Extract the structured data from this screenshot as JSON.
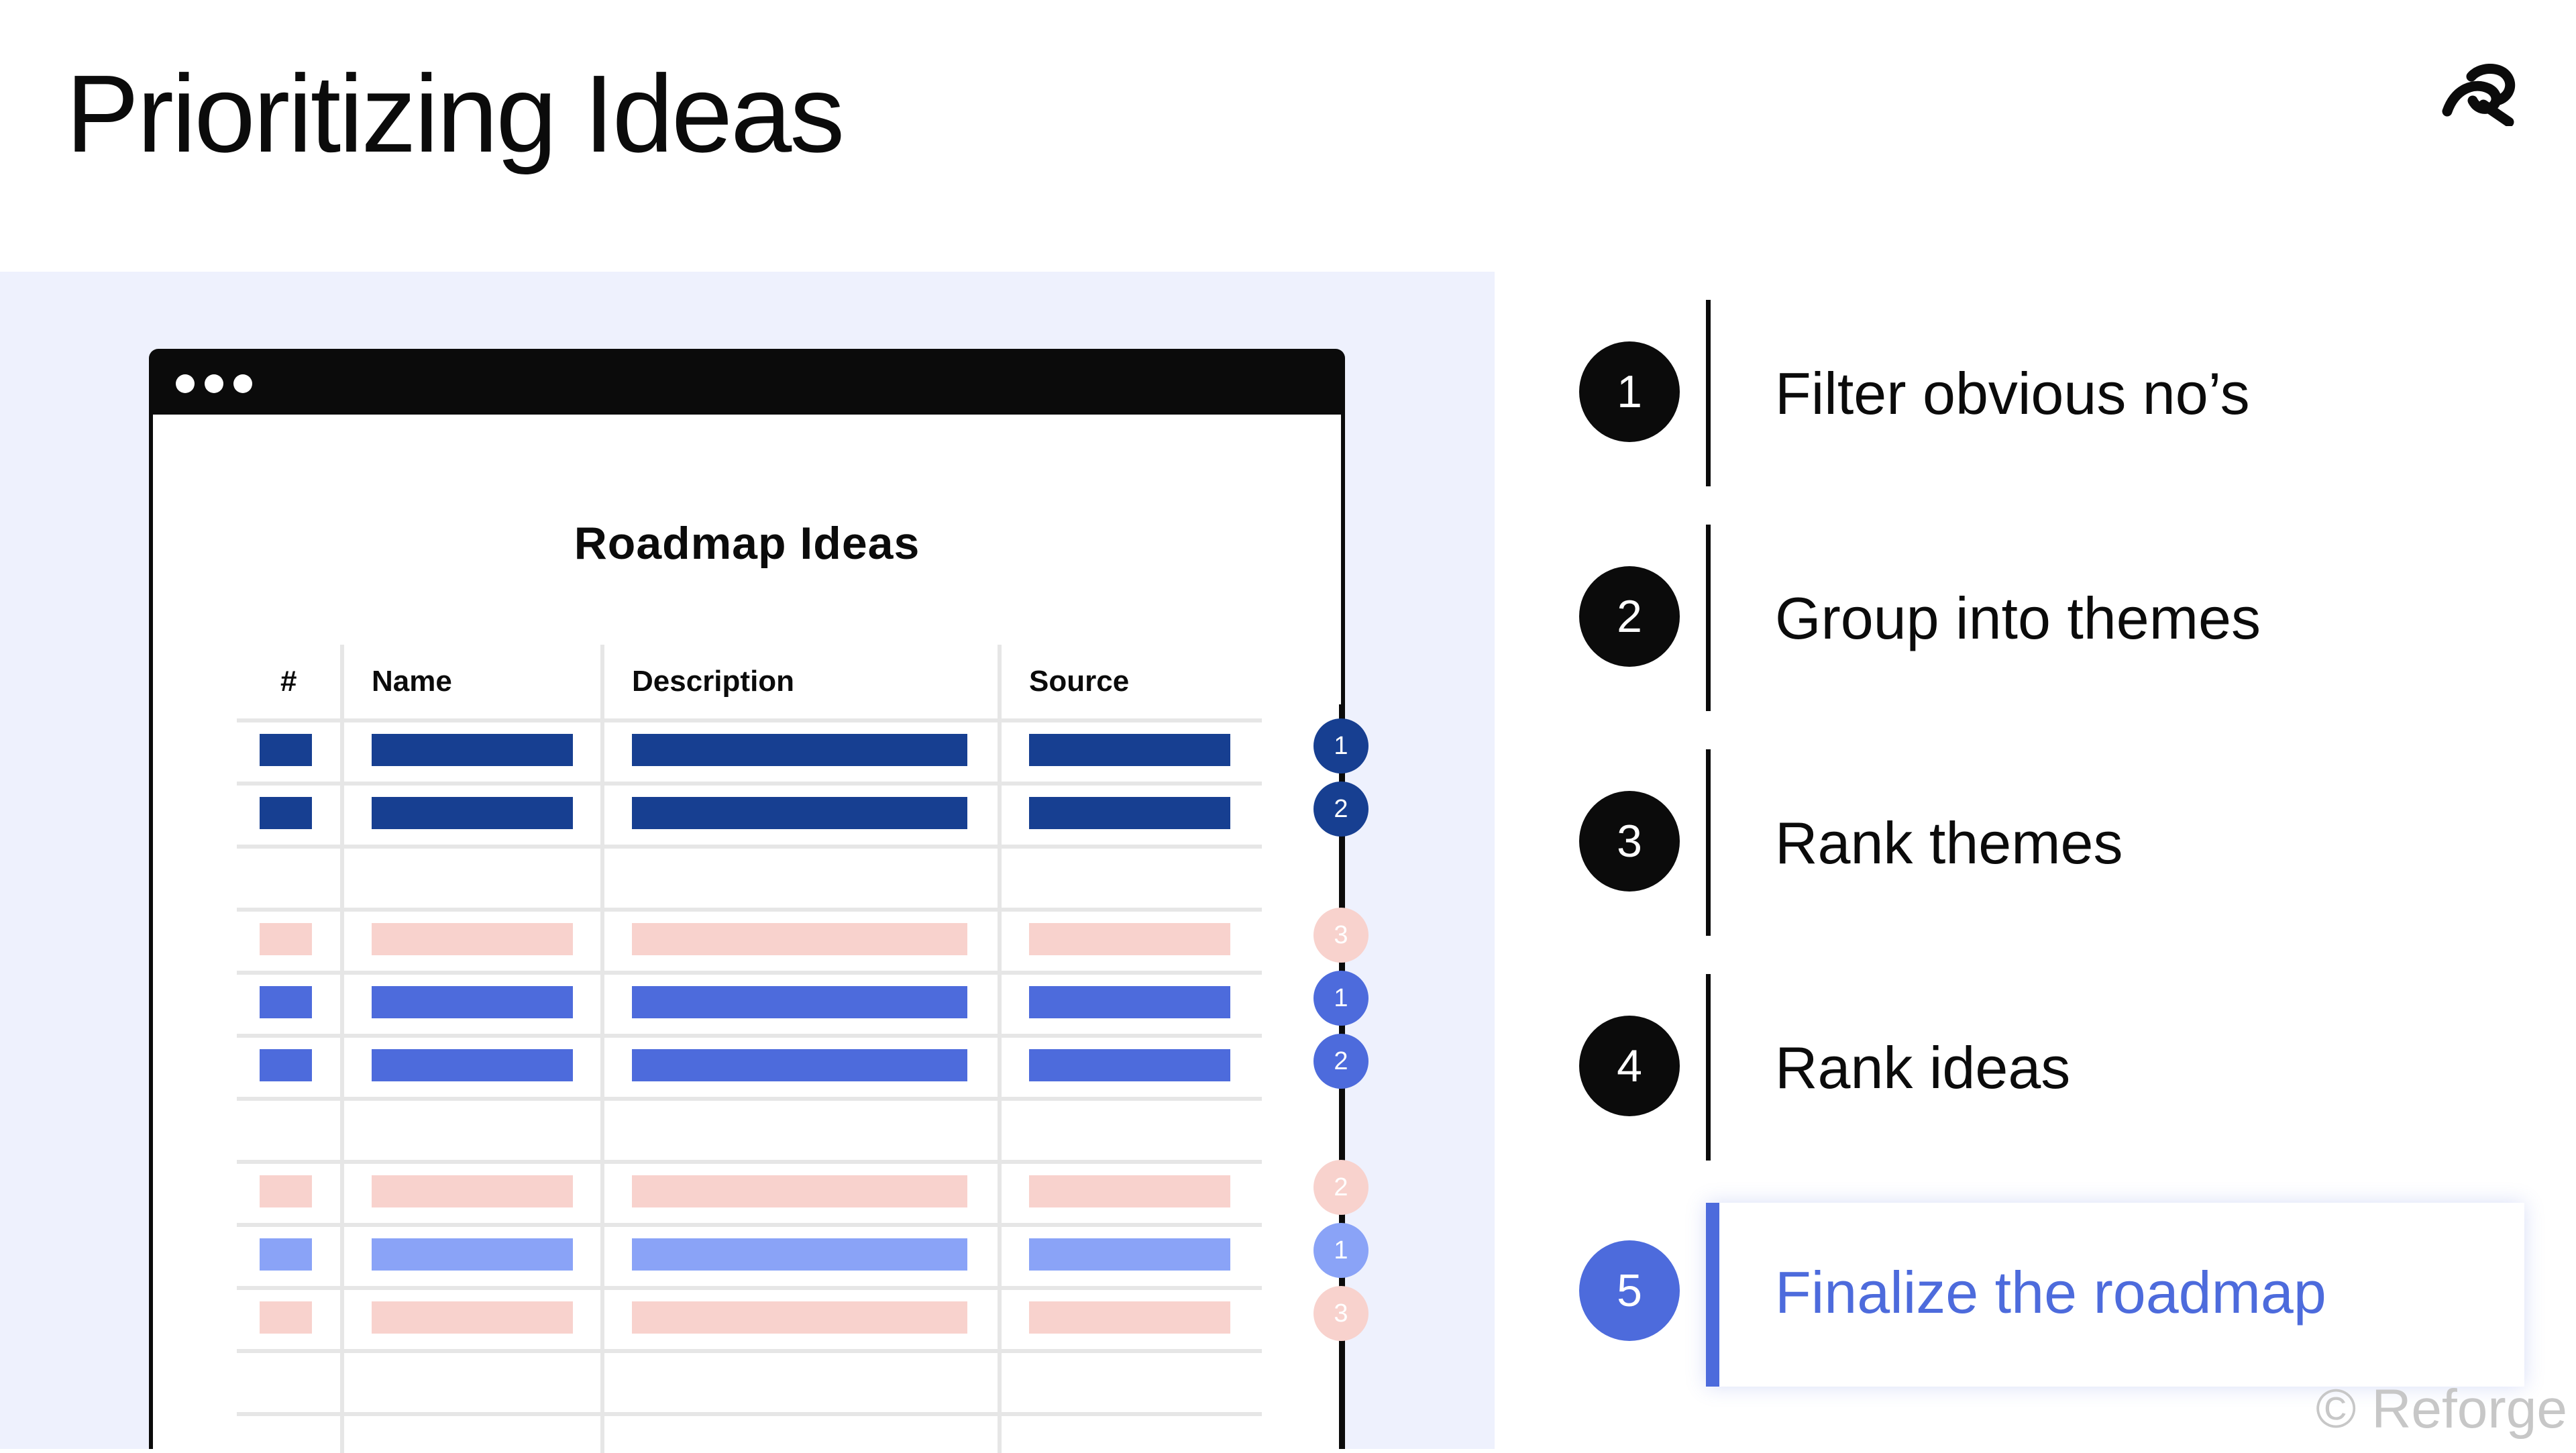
{
  "slide": {
    "title": "Prioritizing Ideas"
  },
  "brand": {
    "logo_icon": "reforge-logo-icon",
    "copyright": "© Reforge"
  },
  "roadmap_window": {
    "title": "Roadmap Ideas",
    "columns": [
      "#",
      "Name",
      "Description",
      "Source"
    ],
    "rows": [
      {
        "kind": "filled",
        "color": "#173f91",
        "rank": "1"
      },
      {
        "kind": "filled",
        "color": "#173f91",
        "rank": "2"
      },
      {
        "kind": "empty"
      },
      {
        "kind": "filled",
        "color": "#f8d2cd",
        "rank": "3"
      },
      {
        "kind": "filled",
        "color": "#4d6bdc",
        "rank": "1"
      },
      {
        "kind": "filled",
        "color": "#4d6bdc",
        "rank": "2"
      },
      {
        "kind": "empty"
      },
      {
        "kind": "filled",
        "color": "#f8d2cd",
        "rank": "2"
      },
      {
        "kind": "filled",
        "color": "#8aa3f7",
        "rank": "1"
      },
      {
        "kind": "filled",
        "color": "#f8d2cd",
        "rank": "3"
      },
      {
        "kind": "empty"
      }
    ]
  },
  "steps": [
    {
      "number": "1",
      "label": "Filter obvious no’s",
      "active": false
    },
    {
      "number": "2",
      "label": "Group into themes",
      "active": false
    },
    {
      "number": "3",
      "label": "Rank themes",
      "active": false
    },
    {
      "number": "4",
      "label": "Rank ideas",
      "active": false
    },
    {
      "number": "5",
      "label": "Finalize the roadmap",
      "active": true
    }
  ],
  "colors": {
    "text": "#0b0b0b",
    "active_accent": "#4d6bdc",
    "panel_background": "#eef1fd",
    "grid": "#e6e6e6"
  }
}
